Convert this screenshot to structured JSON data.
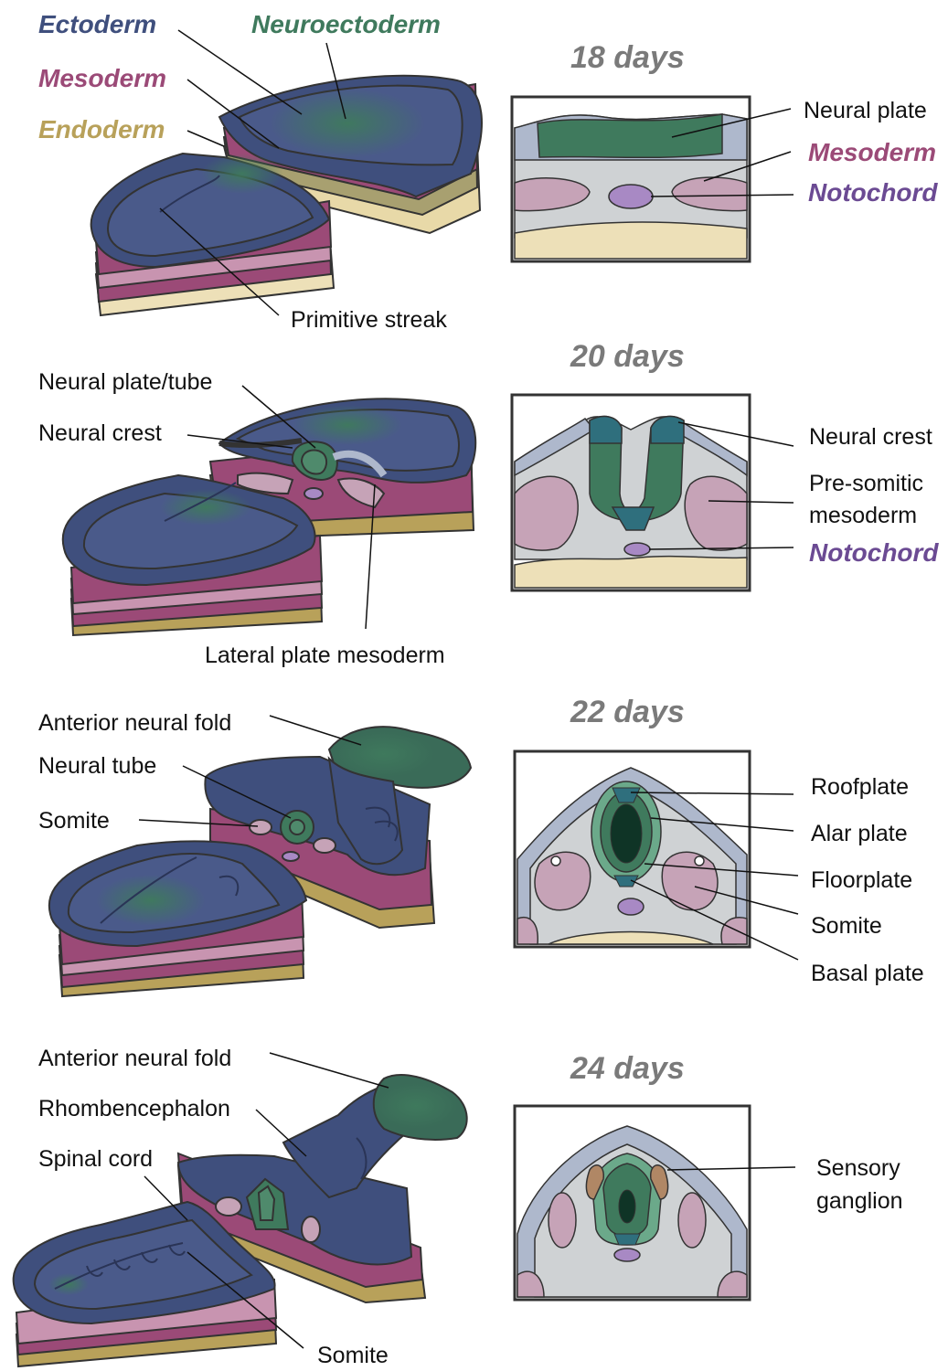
{
  "colors": {
    "ectoderm": "#3f4f7d",
    "ectoderm_dark": "#323f66",
    "neuroectoderm": "#3f7a5d",
    "mesoderm": "#9b4a77",
    "mesoderm_light": "#c6a3b7",
    "endoderm": "#b8a15a",
    "endoderm_light": "#ede0b8",
    "notochord": "#a889c4",
    "neural_crest": "#2f6f7d",
    "grey_tissue": "#cfd2d4",
    "outline": "#333333",
    "day_label": "#7a7a7a"
  },
  "panel1": {
    "day": "18 days",
    "left_labels": {
      "ectoderm": "Ectoderm",
      "neuroectoderm": "Neuroectoderm",
      "mesoderm": "Mesoderm",
      "endoderm": "Endoderm",
      "primitive_streak": "Primitive streak"
    },
    "section_labels": {
      "neural_plate": "Neural plate",
      "mesoderm": "Mesoderm",
      "notochord": "Notochord"
    }
  },
  "panel2": {
    "day": "20 days",
    "left_labels": {
      "neural_plate_tube": "Neural plate/tube",
      "neural_crest": "Neural crest",
      "lateral_plate_mesoderm": "Lateral plate mesoderm"
    },
    "section_labels": {
      "neural_crest": "Neural crest",
      "presomitic_line1": "Pre-somitic",
      "presomitic_line2": "mesoderm",
      "notochord": "Notochord"
    }
  },
  "panel3": {
    "day": "22 days",
    "left_labels": {
      "anterior_neural_fold": "Anterior neural fold",
      "neural_tube": "Neural tube",
      "somite": "Somite"
    },
    "section_labels": {
      "roofplate": "Roofplate",
      "alar_plate": "Alar plate",
      "floorplate": "Floorplate",
      "somite": "Somite",
      "basal_plate": "Basal plate"
    }
  },
  "panel4": {
    "day": "24 days",
    "left_labels": {
      "anterior_neural_fold": "Anterior neural fold",
      "rhombencephalon": "Rhombencephalon",
      "spinal_cord": "Spinal cord",
      "somite": "Somite"
    },
    "section_labels": {
      "sensory_line1": "Sensory",
      "sensory_line2": "ganglion"
    }
  }
}
